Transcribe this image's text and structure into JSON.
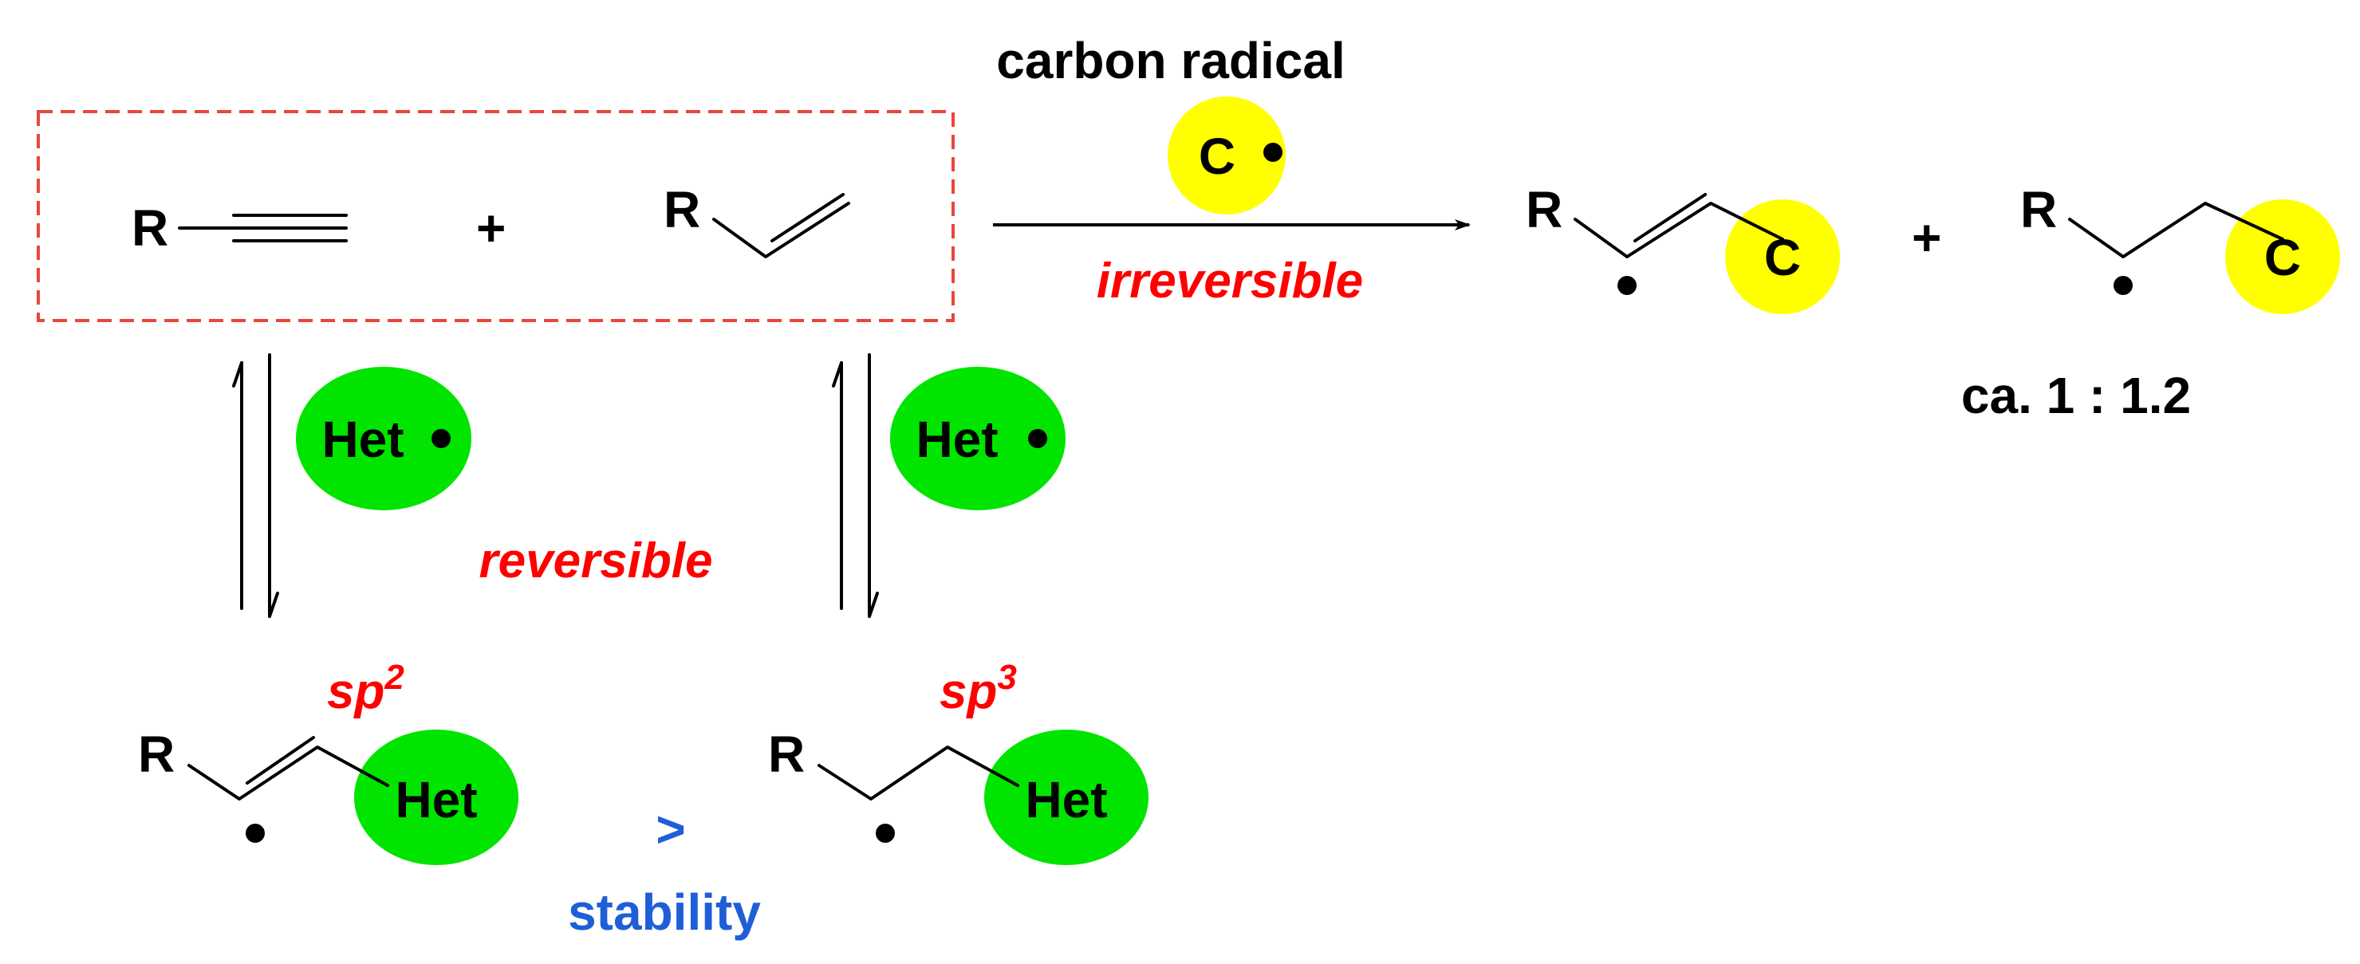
{
  "colors": {
    "ink": "#000000",
    "dashed_box": "#e8473a",
    "carbon_radical_fill": "#ffff00",
    "het_radical_fill": "#00e400",
    "reversible_label": "#ff0000",
    "stability_label": "#1e5fd8"
  },
  "top_row": {
    "alkyne_r": "R",
    "plus": "+",
    "alkene_r": "R"
  },
  "top_arrow": {
    "title": "carbon radical",
    "reagent_letter": "C",
    "condition": "irreversible"
  },
  "products": {
    "vinyl_r": "R",
    "vinyl_c": "C",
    "plus": "+",
    "alkyl_r": "R",
    "alkyl_c": "C",
    "ratio": "ca. 1 : 1.2"
  },
  "left_equilibrium": {
    "reagent": "Het",
    "condition": "reversible"
  },
  "right_equilibrium": {
    "reagent": "Het"
  },
  "bottom_row": {
    "vinyl_r": "R",
    "vinyl_het": "Het",
    "vinyl_hybrid_prefix": "sp",
    "vinyl_hybrid_sup": "2",
    "comparison": ">",
    "comparison_label": "stability",
    "alkyl_r": "R",
    "alkyl_het": "Het",
    "alkyl_hybrid_prefix": "sp",
    "alkyl_hybrid_sup": "3"
  }
}
